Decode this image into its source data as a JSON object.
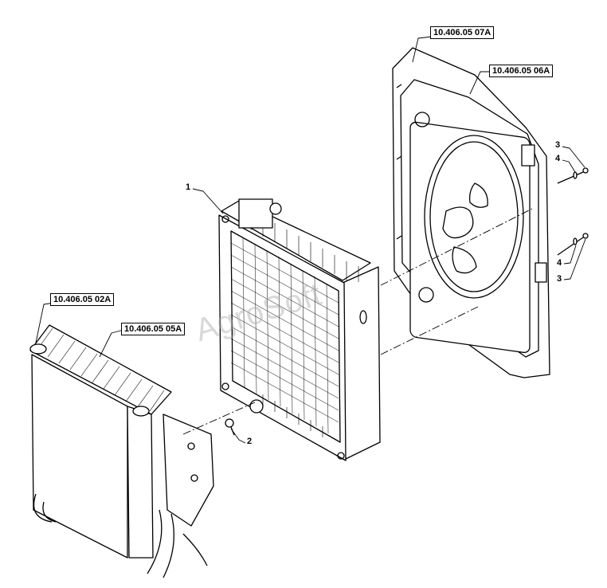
{
  "references": {
    "ref_07a": "10.406.05 07A",
    "ref_06a": "10.406.05 06A",
    "ref_02a": "10.406.05 02A",
    "ref_05a": "10.406.05 05A"
  },
  "callouts": {
    "radiator": "1",
    "drain_plug": "2",
    "bolt_top": "3",
    "washer_top": "4",
    "washer_bottom": "4",
    "bolt_bottom": "3"
  },
  "watermark": "AgroSoft",
  "colors": {
    "line": "#000000",
    "background": "#ffffff",
    "watermark": "#aaaaaa"
  }
}
